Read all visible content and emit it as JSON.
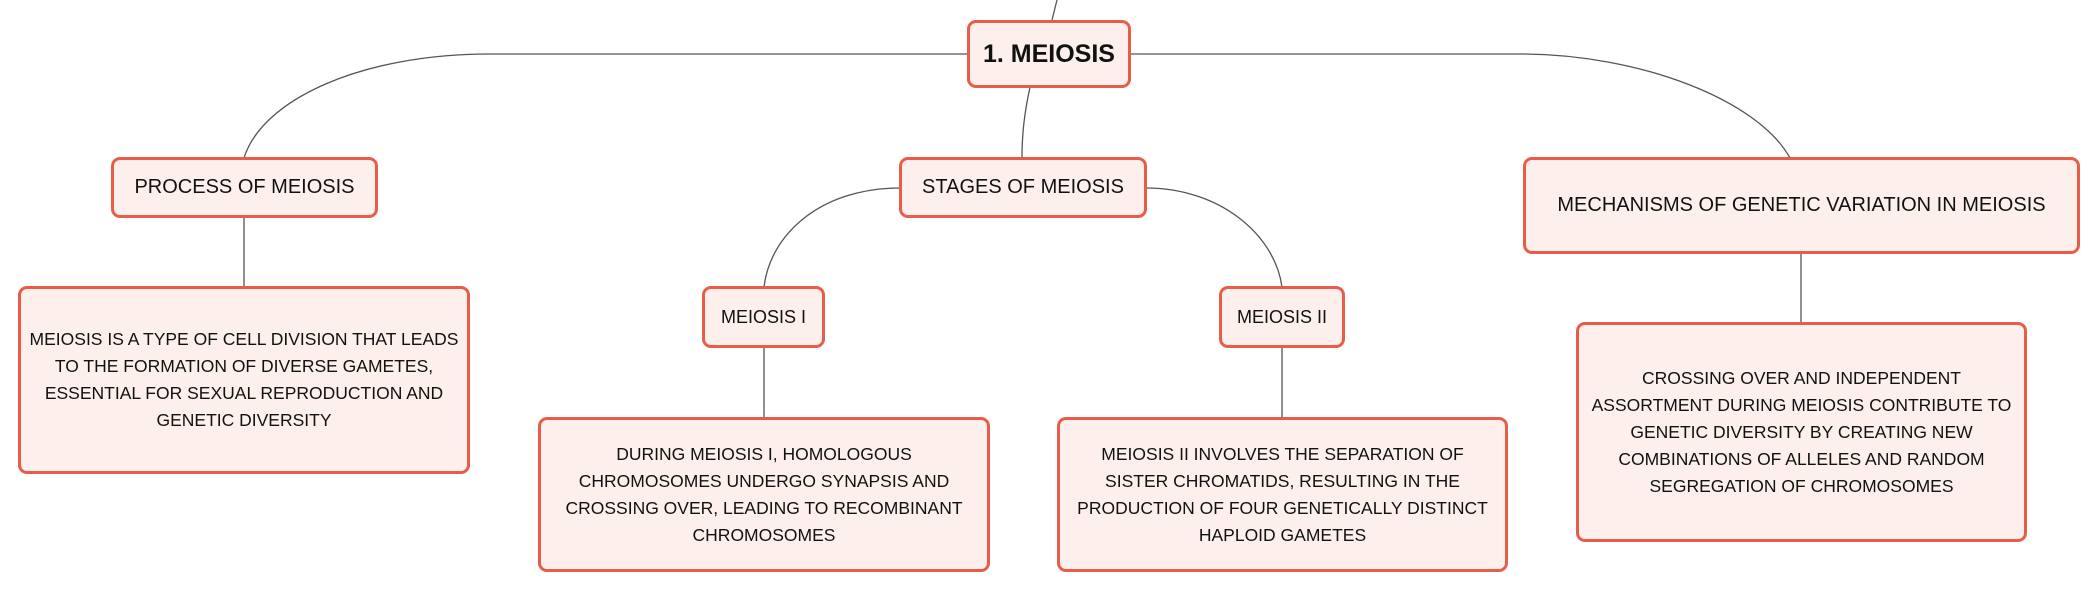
{
  "diagram": {
    "root": {
      "label": "1. MEIOSIS"
    },
    "process": {
      "label": "PROCESS OF MEIOSIS",
      "detail": "MEIOSIS IS A TYPE OF CELL DIVISION THAT LEADS TO THE FORMATION OF DIVERSE GAMETES, ESSENTIAL FOR SEXUAL REPRODUCTION AND GENETIC DIVERSITY"
    },
    "stages": {
      "label": "STAGES OF MEIOSIS",
      "meiosis1": {
        "label": "MEIOSIS I",
        "detail": "DURING MEIOSIS I, HOMOLOGOUS CHROMOSOMES UNDERGO SYNAPSIS AND CROSSING OVER, LEADING TO RECOMBINANT CHROMOSOMES"
      },
      "meiosis2": {
        "label": "MEIOSIS II",
        "detail": "MEIOSIS II INVOLVES THE SEPARATION OF SISTER CHROMATIDS, RESULTING IN THE PRODUCTION OF FOUR GENETICALLY DISTINCT HAPLOID GAMETES"
      }
    },
    "mechanisms": {
      "label": "MECHANISMS OF GENETIC VARIATION IN MEIOSIS",
      "detail": "CROSSING OVER AND INDEPENDENT ASSORTMENT DURING MEIOSIS CONTRIBUTE TO GENETIC DIVERSITY BY CREATING NEW COMBINATIONS OF ALLELES AND RANDOM SEGREGATION OF CHROMOSOMES"
    },
    "colors": {
      "node_border": "#e85d4a",
      "node_fill": "#fdf0ec",
      "edge": "#555555"
    }
  }
}
